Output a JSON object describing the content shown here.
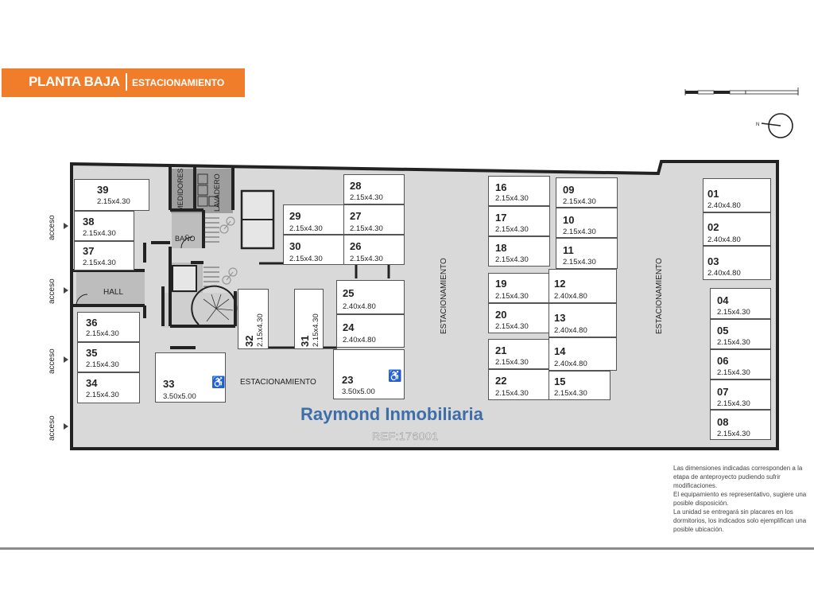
{
  "header": {
    "title": "PLANTA BAJA",
    "subtitle": "ESTACIONAMIENTO"
  },
  "labels": {
    "acceso": "acceso",
    "hall": "HALL",
    "bano": "BAÑO",
    "medidores": "MEDIDORES",
    "lavadero": "LAVADERO",
    "estacionamiento": "ESTACIONAMIENTO"
  },
  "watermark": {
    "brand": "Raymond Inmobiliaria",
    "ref": "REF:176001"
  },
  "notes": [
    "Las dimensiones indicadas corresponden a la etapa de anteproyecto pudiendo sufrir modificaciones.",
    "El equipamiento es representativo, sugiere una posible disposición.",
    "La unidad se entregará sin placares en los dormitorios, los indicados solo ejemplifican una posible ubicación."
  ],
  "spots": {
    "s39": {
      "n": "39",
      "d": "2.15x4.30"
    },
    "s38": {
      "n": "38",
      "d": "2.15x4.30"
    },
    "s37": {
      "n": "37",
      "d": "2.15x4.30"
    },
    "s36": {
      "n": "36",
      "d": "2.15x4.30"
    },
    "s35": {
      "n": "35",
      "d": "2.15x4.30"
    },
    "s34": {
      "n": "34",
      "d": "2.15x4.30"
    },
    "s33": {
      "n": "33",
      "d": "3.50x5.00"
    },
    "s32": {
      "n": "32",
      "d": "2.15x4.30"
    },
    "s31": {
      "n": "31",
      "d": "2.15x4.30"
    },
    "s28": {
      "n": "28",
      "d": "2.15x4.30"
    },
    "s29": {
      "n": "29",
      "d": "2.15x4.30"
    },
    "s27": {
      "n": "27",
      "d": "2.15x4.30"
    },
    "s30": {
      "n": "30",
      "d": "2.15x4.30"
    },
    "s26": {
      "n": "26",
      "d": "2.15x4.30"
    },
    "s25": {
      "n": "25",
      "d": "2.40x4.80"
    },
    "s24": {
      "n": "24",
      "d": "2.40x4.80"
    },
    "s23": {
      "n": "23",
      "d": "3.50x5.00"
    },
    "s16": {
      "n": "16",
      "d": "2.15x4.30"
    },
    "s17": {
      "n": "17",
      "d": "2.15x4.30"
    },
    "s18": {
      "n": "18",
      "d": "2.15x4.30"
    },
    "s19": {
      "n": "19",
      "d": "2.15x4.30"
    },
    "s20": {
      "n": "20",
      "d": "2.15x4.30"
    },
    "s21": {
      "n": "21",
      "d": "2.15x4.30"
    },
    "s22": {
      "n": "22",
      "d": "2.15x4.30"
    },
    "s09": {
      "n": "09",
      "d": "2.15x4.30"
    },
    "s10": {
      "n": "10",
      "d": "2.15x4.30"
    },
    "s11": {
      "n": "11",
      "d": "2.15x4.30"
    },
    "s12": {
      "n": "12",
      "d": "2.40x4.80"
    },
    "s13": {
      "n": "13",
      "d": "2.40x4.80"
    },
    "s14": {
      "n": "14",
      "d": "2.40x4.80"
    },
    "s15": {
      "n": "15",
      "d": "2.15x4.30"
    },
    "s01": {
      "n": "01",
      "d": "2.40x4.80"
    },
    "s02": {
      "n": "02",
      "d": "2.40x4.80"
    },
    "s03": {
      "n": "03",
      "d": "2.40x4.80"
    },
    "s04": {
      "n": "04",
      "d": "2.15x4.30"
    },
    "s05": {
      "n": "05",
      "d": "2.15x4.30"
    },
    "s06": {
      "n": "06",
      "d": "2.15x4.30"
    },
    "s07": {
      "n": "07",
      "d": "2.15x4.30"
    },
    "s08": {
      "n": "08",
      "d": "2.15x4.30"
    }
  },
  "icons": {
    "wheelchair": "wheelchair-icon",
    "bicycle": "bicycle-icon",
    "compass": "north-arrow-icon",
    "scale": "scale-bar-icon"
  },
  "colors": {
    "banner": "#f07d2a",
    "floor": "#d9d9d9",
    "brand": "#3d6ea8"
  }
}
